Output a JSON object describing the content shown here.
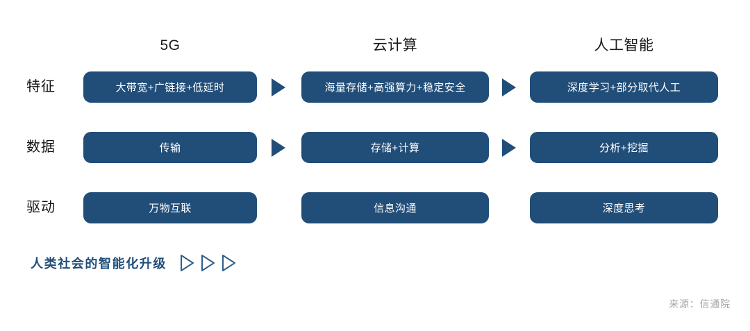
{
  "colors": {
    "box_fill": "#214e79",
    "box_text": "#ffffff",
    "arrow_fill": "#214e79",
    "caption_text": "#1f4e79",
    "source_text": "#a6a6a6",
    "background": "#ffffff",
    "label_text": "#111111"
  },
  "columns": [
    {
      "header": "5G"
    },
    {
      "header": "云计算"
    },
    {
      "header": "人工智能"
    }
  ],
  "rows": [
    {
      "label": "特征",
      "cells": [
        "大带宽+广链接+低延时",
        "海量存储+高强算力+稳定安全",
        "深度学习+部分取代人工"
      ],
      "arrows": []
    },
    {
      "label": "数据",
      "cells": [
        "传输",
        "存储+计算",
        "分析+挖掘"
      ],
      "arrows": [
        "arrow-right-icon",
        "arrow-right-icon"
      ]
    },
    {
      "label": "驱动",
      "cells": [
        "万物互联",
        "信息沟通",
        "深度思考"
      ],
      "arrows": [
        "arrow-right-icon",
        "arrow-right-icon"
      ]
    }
  ],
  "caption": {
    "text": "人类社会的智能化升级",
    "icons": [
      "triangle-outline-icon",
      "triangle-outline-icon",
      "triangle-outline-icon"
    ]
  },
  "source": {
    "text": "来源：信通院"
  }
}
